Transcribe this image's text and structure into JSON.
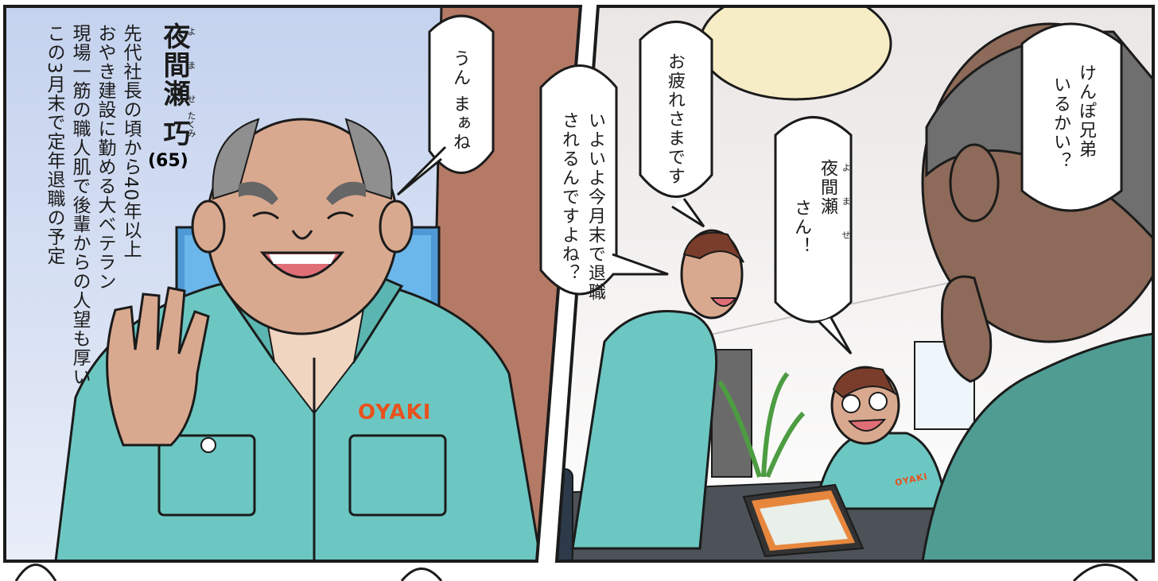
{
  "left_panel": {
    "name": "夜間瀬",
    "name_ruby": "よ ま せ",
    "given_name": "巧",
    "given_ruby": "たくみ",
    "age": "(65)",
    "bio_lines": [
      "先代社長の頃から40年以上",
      "おやき建設に勤める大ベテラン",
      "現場一筋の職人肌で後輩からの人望も厚い",
      "この3月末で定年退職の予定"
    ],
    "speech": "うん まぁね",
    "logo": "OYAKI"
  },
  "right_panel": {
    "speech_otsukare": "お疲れさまです",
    "speech_taishoku_lines": [
      "いよいよ今月末で退職",
      "されるんですよね？"
    ],
    "speech_yomase_lines": [
      "夜間瀬",
      "さん！"
    ],
    "speech_yomase_ruby": "よ ま せ",
    "speech_kenpo_lines": [
      "けんぽ兄弟",
      "いるかい？"
    ],
    "logo_small": "OYAKI"
  },
  "colors": {
    "jacket": "#6cc7c2",
    "jacket_dark": "#3d9e9a",
    "skin": "#d9a98f",
    "skin_dark": "#8b5a47",
    "wall_left": "#c9d6ee",
    "door_brown": "#b57a66",
    "logo_orange": "#e8521d",
    "outline": "#1b1b1b"
  }
}
